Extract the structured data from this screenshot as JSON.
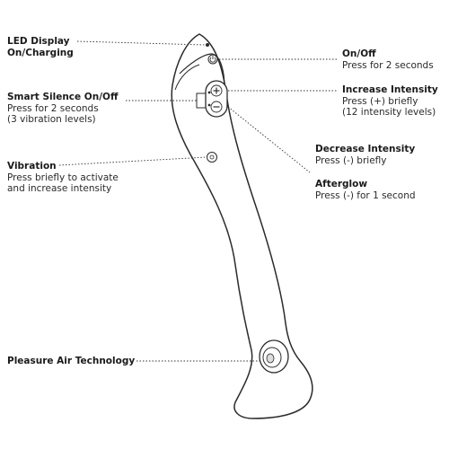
{
  "callouts": {
    "led": {
      "title": "LED Display On/Charging",
      "title_line1": "LED Display",
      "title_line2": "On/Charging"
    },
    "onoff": {
      "title": "On/Off",
      "desc": "Press for 2 seconds"
    },
    "smart": {
      "title": "Smart Silence On/Off",
      "desc_line1": "Press for 2 seconds",
      "desc_line2": "(3 vibration levels)"
    },
    "increase": {
      "title": "Increase Intensity",
      "desc_line1": "Press (+) briefly",
      "desc_line2": "(12 intensity levels)"
    },
    "decrease": {
      "title": "Decrease Intensity",
      "desc": "Press (-) briefly"
    },
    "afterglow": {
      "title": "Afterglow",
      "desc": "Press (-) for 1 second"
    },
    "vibration": {
      "title": "Vibration",
      "desc_line1": "Press briefly to activate",
      "desc_line2": "and increase intensity"
    },
    "pleasure": {
      "title": "Pleasure Air Technology"
    }
  },
  "device": {
    "plus_symbol": "+",
    "minus_symbol": "−",
    "icons": [
      "power-icon",
      "plus-icon",
      "minus-icon",
      "vibration-icon",
      "led-dot-icon"
    ]
  },
  "colors": {
    "outline": "#2b2b2b",
    "text": "#1a1a1a",
    "leader": "#333333"
  }
}
